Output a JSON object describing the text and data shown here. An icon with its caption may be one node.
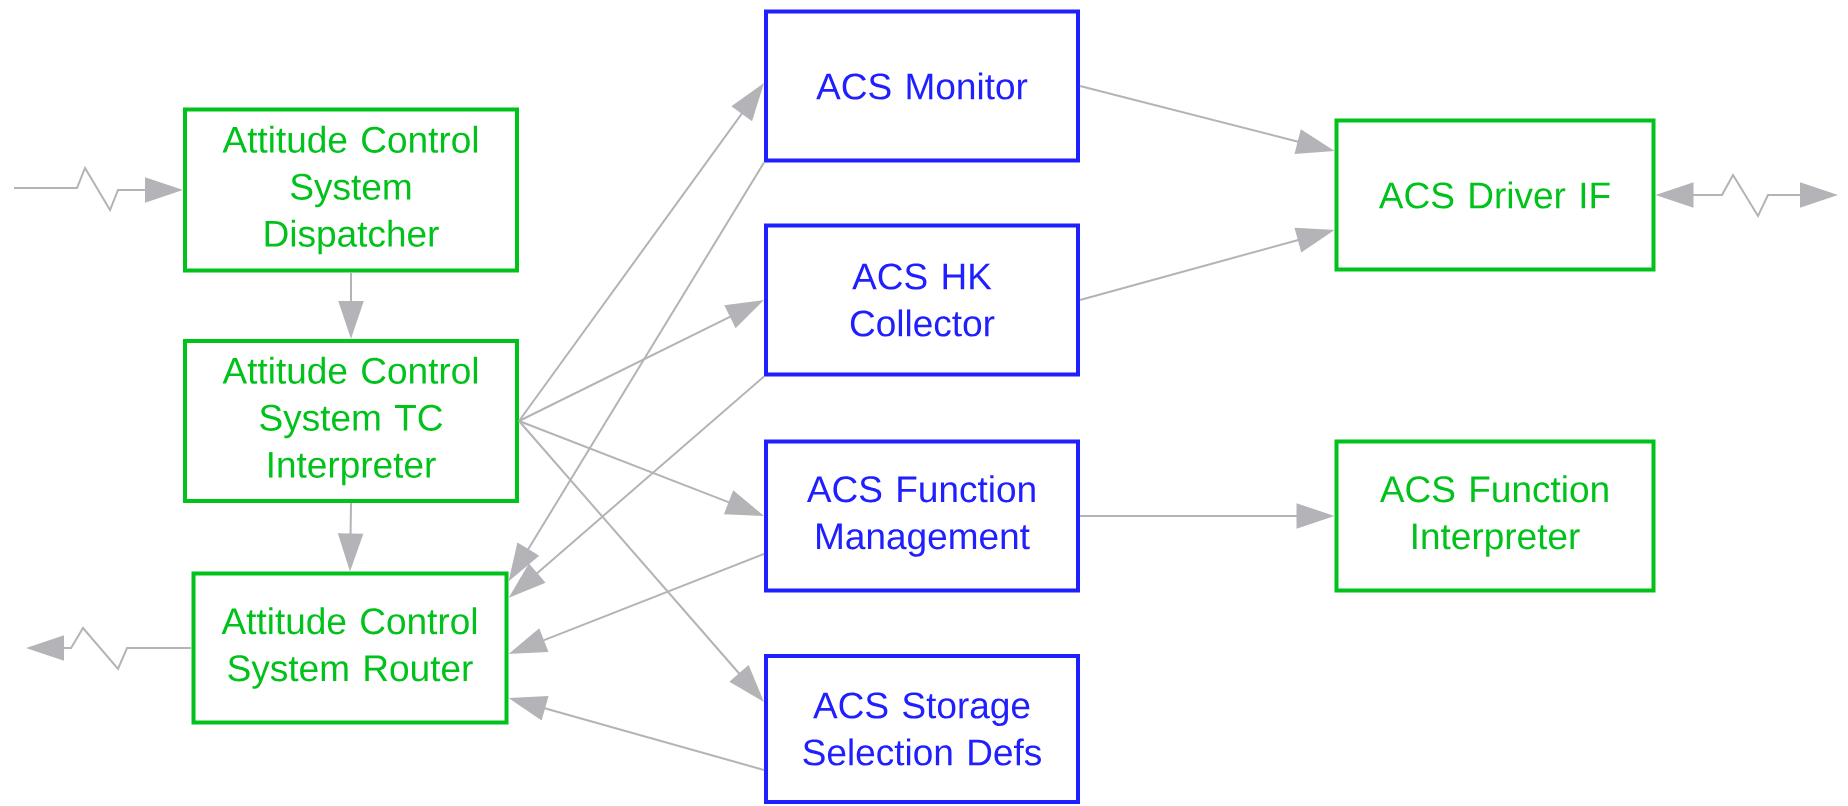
{
  "diagram": {
    "nodes": [
      {
        "text": [
          "Attitude Control System Dispatcher"
        ]
      },
      {
        "text": [
          "Attitude Control System TC Interpreter"
        ]
      },
      {
        "text": [
          "Attitude Control System Router"
        ]
      },
      {
        "text": [
          "ACS Monitor"
        ]
      },
      {
        "text": [
          "ACS HK Collector"
        ]
      },
      {
        "text": [
          "ACS Function Management"
        ]
      },
      {
        "text": [
          "ACS Storage Selection Defs"
        ]
      },
      {
        "text": [
          "ACS Driver IF"
        ]
      },
      {
        "text": [
          "ACS Function Interpreter"
        ]
      }
    ],
    "edges": [
      {
        "from": null,
        "to": 0,
        "arrow": "to"
      },
      {
        "from": 0,
        "to": 1,
        "arrow": "to"
      },
      {
        "from": 1,
        "to": 2,
        "arrow": "to"
      },
      {
        "from": 2,
        "to": null,
        "arrow": "to"
      },
      {
        "from": 1,
        "to": 3,
        "arrow": "to"
      },
      {
        "from": 1,
        "to": 4,
        "arrow": "to"
      },
      {
        "from": 1,
        "to": 5,
        "arrow": "to"
      },
      {
        "from": 1,
        "to": 6,
        "arrow": "to"
      },
      {
        "from": 3,
        "to": 2,
        "arrow": "to"
      },
      {
        "from": 4,
        "to": 2,
        "arrow": "to"
      },
      {
        "from": 5,
        "to": 2,
        "arrow": "to"
      },
      {
        "from": 6,
        "to": 2,
        "arrow": "to"
      },
      {
        "from": 3,
        "to": 7,
        "arrow": "to"
      },
      {
        "from": 4,
        "to": 7,
        "arrow": "to"
      },
      {
        "from": 5,
        "to": 8,
        "arrow": "to"
      },
      {
        "from": 7,
        "to": null,
        "arrow": "both"
      }
    ]
  }
}
